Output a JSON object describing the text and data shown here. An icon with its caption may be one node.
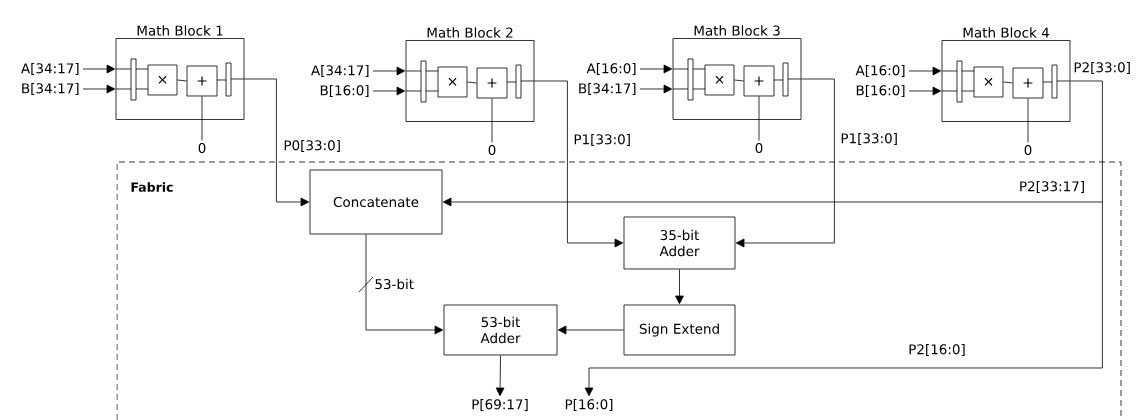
{
  "diagram": {
    "nodes": [
      {
        "text": [
          "Math Block 1"
        ]
      },
      {
        "text": [
          "×"
        ],
        "in": 0
      },
      {
        "text": [
          "+"
        ],
        "in": 0
      },
      {
        "text": [
          "Math Block 2"
        ]
      },
      {
        "text": [
          "×"
        ],
        "in": 3
      },
      {
        "text": [
          "+"
        ],
        "in": 3
      },
      {
        "text": [
          "Math Block 3"
        ]
      },
      {
        "text": [
          "×"
        ],
        "in": 6
      },
      {
        "text": [
          "+"
        ],
        "in": 6
      },
      {
        "text": [
          "Math Block 4"
        ]
      },
      {
        "text": [
          "×"
        ],
        "in": 9
      },
      {
        "text": [
          "+"
        ],
        "in": 9
      },
      {
        "text": [
          "A[34:17]"
        ]
      },
      {
        "text": [
          "B[34:17]"
        ]
      },
      {
        "text": [
          "0"
        ]
      },
      {
        "text": [
          "A[34:17]"
        ]
      },
      {
        "text": [
          "B[16:0]"
        ]
      },
      {
        "text": [
          "0"
        ]
      },
      {
        "text": [
          "A[16:0]"
        ]
      },
      {
        "text": [
          "B[34:17]"
        ]
      },
      {
        "text": [
          "0"
        ]
      },
      {
        "text": [
          "A[16:0]"
        ]
      },
      {
        "text": [
          "B[16:0]"
        ]
      },
      {
        "text": [
          "0"
        ]
      },
      {
        "text": [
          "Fabric"
        ]
      },
      {
        "text": [
          "Concatenate"
        ],
        "in": 24
      },
      {
        "text": [
          "35-bit Adder"
        ],
        "in": 24
      },
      {
        "text": [
          "Sign Extend"
        ],
        "in": 24
      },
      {
        "text": [
          "53-bit Adder"
        ],
        "in": 24
      },
      {
        "text": [
          "P[69:17]"
        ],
        "in": 24
      },
      {
        "text": [
          "P[16:0]"
        ],
        "in": 24
      }
    ],
    "edges": [
      {
        "from": 12,
        "to": 0,
        "arrow": "to"
      },
      {
        "from": 13,
        "to": 0,
        "arrow": "to"
      },
      {
        "from": 1,
        "to": 2,
        "arrow": "none"
      },
      {
        "from": 2,
        "to": 14,
        "arrow": "none"
      },
      {
        "from": 15,
        "to": 3,
        "arrow": "to"
      },
      {
        "from": 16,
        "to": 3,
        "arrow": "to"
      },
      {
        "from": 4,
        "to": 5,
        "arrow": "none"
      },
      {
        "from": 5,
        "to": 17,
        "arrow": "none"
      },
      {
        "from": 18,
        "to": 6,
        "arrow": "to"
      },
      {
        "from": 19,
        "to": 6,
        "arrow": "to"
      },
      {
        "from": 7,
        "to": 8,
        "arrow": "none"
      },
      {
        "from": 8,
        "to": 20,
        "arrow": "none"
      },
      {
        "from": 21,
        "to": 9,
        "arrow": "to"
      },
      {
        "from": 22,
        "to": 9,
        "arrow": "to"
      },
      {
        "from": 10,
        "to": 11,
        "arrow": "none"
      },
      {
        "from": 11,
        "to": 23,
        "arrow": "none"
      },
      {
        "from": 0,
        "to": 25,
        "label": "P0[33:0]",
        "arrow": "to"
      },
      {
        "from": 3,
        "to": 26,
        "label": "P1[33:0]",
        "arrow": "to"
      },
      {
        "from": 6,
        "to": 26,
        "label": "P1[33:0]",
        "arrow": "to"
      },
      {
        "from": 9,
        "to": 25,
        "label": "P2[33:17]",
        "arrow": "to"
      },
      {
        "from": 9,
        "to": 30,
        "label": "P2[16:0]",
        "arrow": "to"
      },
      {
        "from": 25,
        "to": 28,
        "label": "53-bit",
        "arrow": "to"
      },
      {
        "from": 26,
        "to": 27,
        "arrow": "to"
      },
      {
        "from": 27,
        "to": 28,
        "arrow": "to"
      },
      {
        "from": 28,
        "to": 29,
        "arrow": "to"
      }
    ],
    "labels": [
      "P2[33:0]"
    ]
  }
}
